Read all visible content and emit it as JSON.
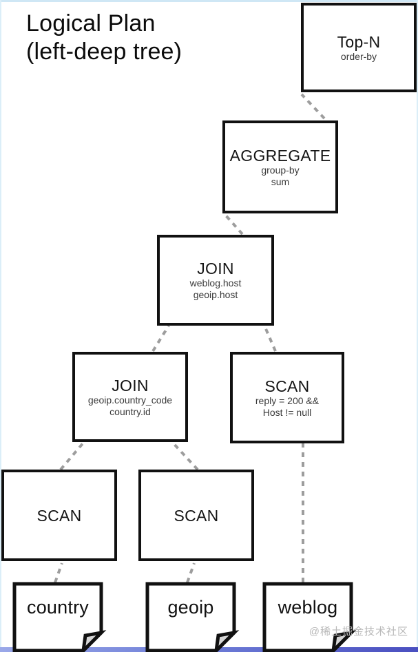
{
  "diagram": {
    "title_line1": "Logical Plan",
    "title_line2": "(left-deep tree)",
    "watermark": "@稀土掘金技术社区",
    "edge_color": "#9d9d9d",
    "node_border_color": "#111111",
    "background_color": "#ffffff",
    "frame_color": "#cfe7f5",
    "footer_band_color": "#4a4fc0"
  },
  "nodes": {
    "topn": {
      "op": "Top-N",
      "detail1": "order-by"
    },
    "aggregate": {
      "op": "AGGREGATE",
      "detail1": "group-by",
      "detail2": "sum"
    },
    "join_host": {
      "op": "JOIN",
      "detail1": "weblog.host",
      "detail2": "geoip.host"
    },
    "join_country": {
      "op": "JOIN",
      "detail1": "geoip.country_code",
      "detail2": "country.id"
    },
    "scan_weblog": {
      "op": "SCAN",
      "detail1": "reply = 200 &&",
      "detail2": "Host != null"
    },
    "scan_country": {
      "op": "SCAN"
    },
    "scan_geoip": {
      "op": "SCAN"
    }
  },
  "tables": {
    "country": {
      "label": "country"
    },
    "geoip": {
      "label": "geoip"
    },
    "weblog": {
      "label": "weblog"
    }
  }
}
